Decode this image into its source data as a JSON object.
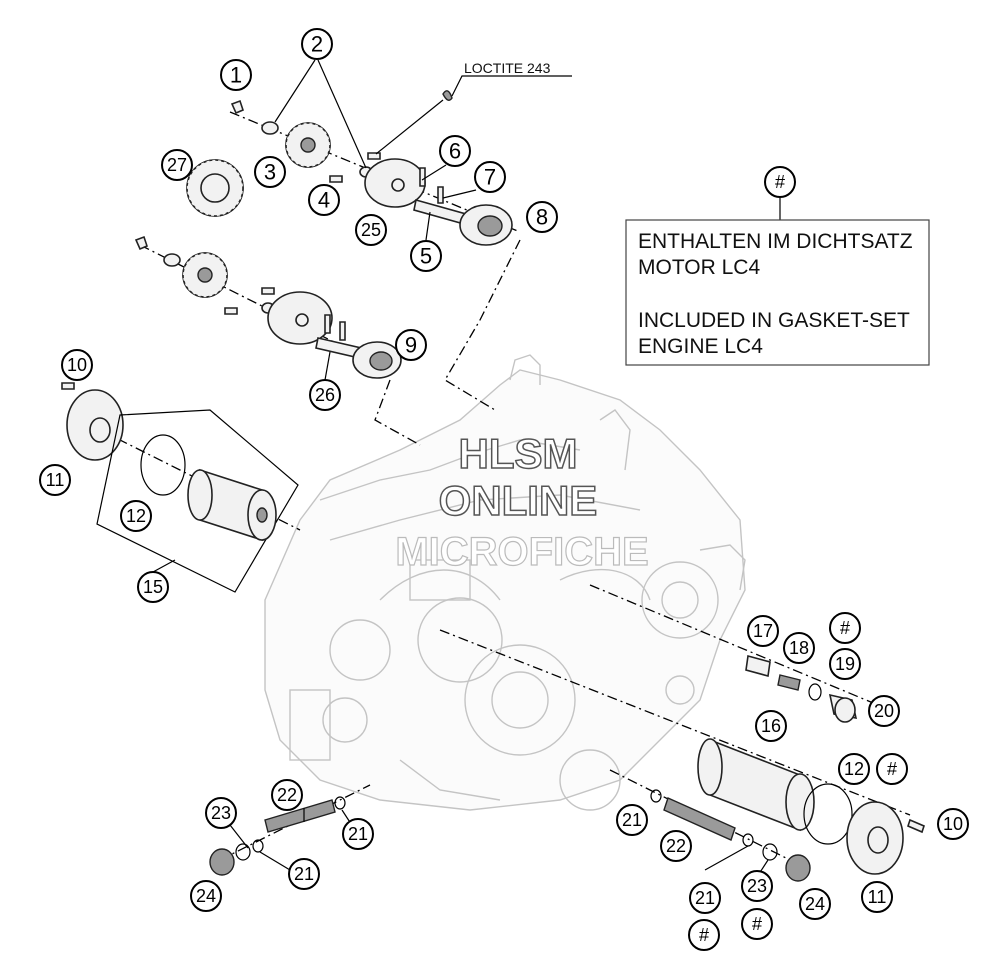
{
  "diagram": {
    "loctite_label": "LOCTITE 243",
    "watermark": {
      "line1": "HLSM",
      "line2": "ONLINE",
      "line3": "MICROFICHE"
    },
    "note": {
      "symbol": "#",
      "line1": "ENTHALTEN IM DICHTSATZ",
      "line2": "MOTOR LC4",
      "line3": "INCLUDED IN GASKET-SET",
      "line4": "ENGINE LC4"
    },
    "gasket_symbol": "#",
    "callouts": {
      "c1": "1",
      "c2": "2",
      "c3": "3",
      "c4": "4",
      "c5": "5",
      "c6": "6",
      "c7": "7",
      "c8": "8",
      "c9": "9",
      "c10": "10",
      "c11": "11",
      "c12": "12",
      "c15": "15",
      "c16": "16",
      "c17": "17",
      "c18": "18",
      "c19": "19",
      "c20": "20",
      "c21": "21",
      "c22": "22",
      "c23": "23",
      "c24": "24",
      "c25": "25",
      "c26": "26",
      "c27": "27"
    }
  }
}
